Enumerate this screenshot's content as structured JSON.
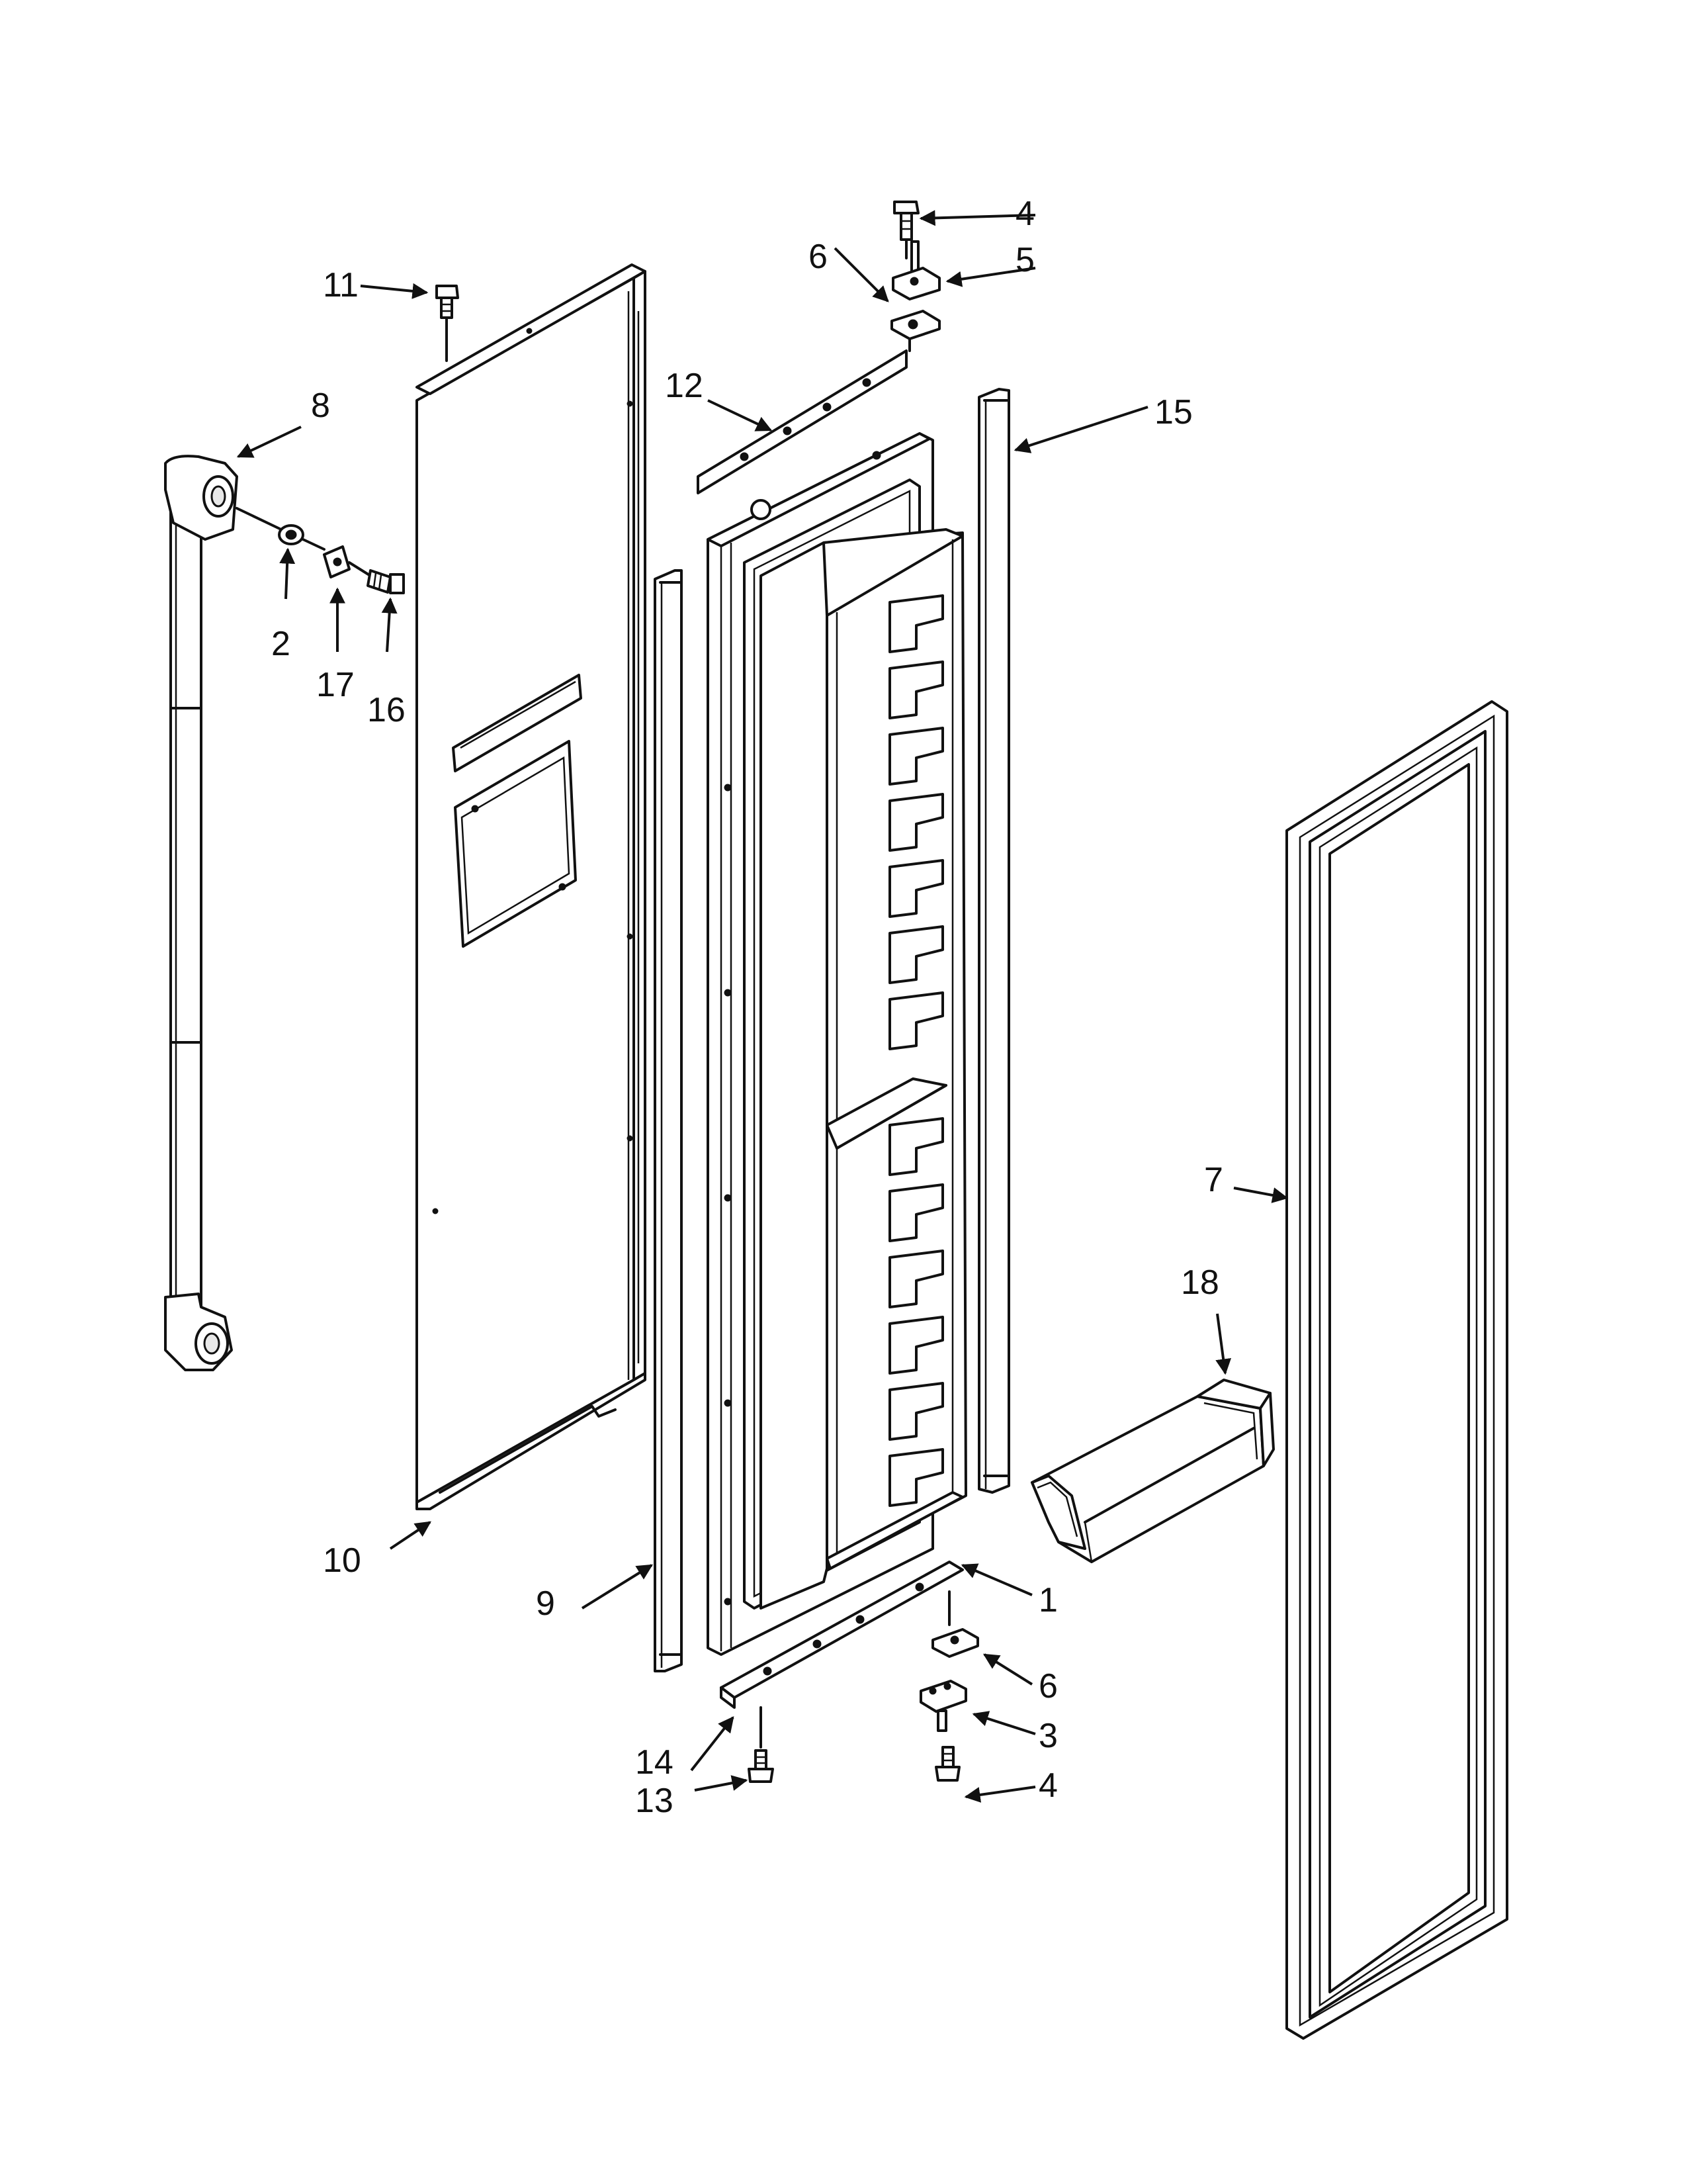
{
  "diagram": {
    "callouts": [
      {
        "id": "c1",
        "text": "1"
      },
      {
        "id": "c2",
        "text": "2"
      },
      {
        "id": "c3",
        "text": "3"
      },
      {
        "id": "c4a",
        "text": "4"
      },
      {
        "id": "c4b",
        "text": "4"
      },
      {
        "id": "c5",
        "text": "5"
      },
      {
        "id": "c6a",
        "text": "6"
      },
      {
        "id": "c6b",
        "text": "6"
      },
      {
        "id": "c7",
        "text": "7"
      },
      {
        "id": "c8",
        "text": "8"
      },
      {
        "id": "c9",
        "text": "9"
      },
      {
        "id": "c10",
        "text": "10"
      },
      {
        "id": "c11",
        "text": "11"
      },
      {
        "id": "c12",
        "text": "12"
      },
      {
        "id": "c13",
        "text": "13"
      },
      {
        "id": "c14",
        "text": "14"
      },
      {
        "id": "c15",
        "text": "15"
      },
      {
        "id": "c16",
        "text": "16"
      },
      {
        "id": "c17",
        "text": "17"
      },
      {
        "id": "c18",
        "text": "18"
      }
    ]
  }
}
